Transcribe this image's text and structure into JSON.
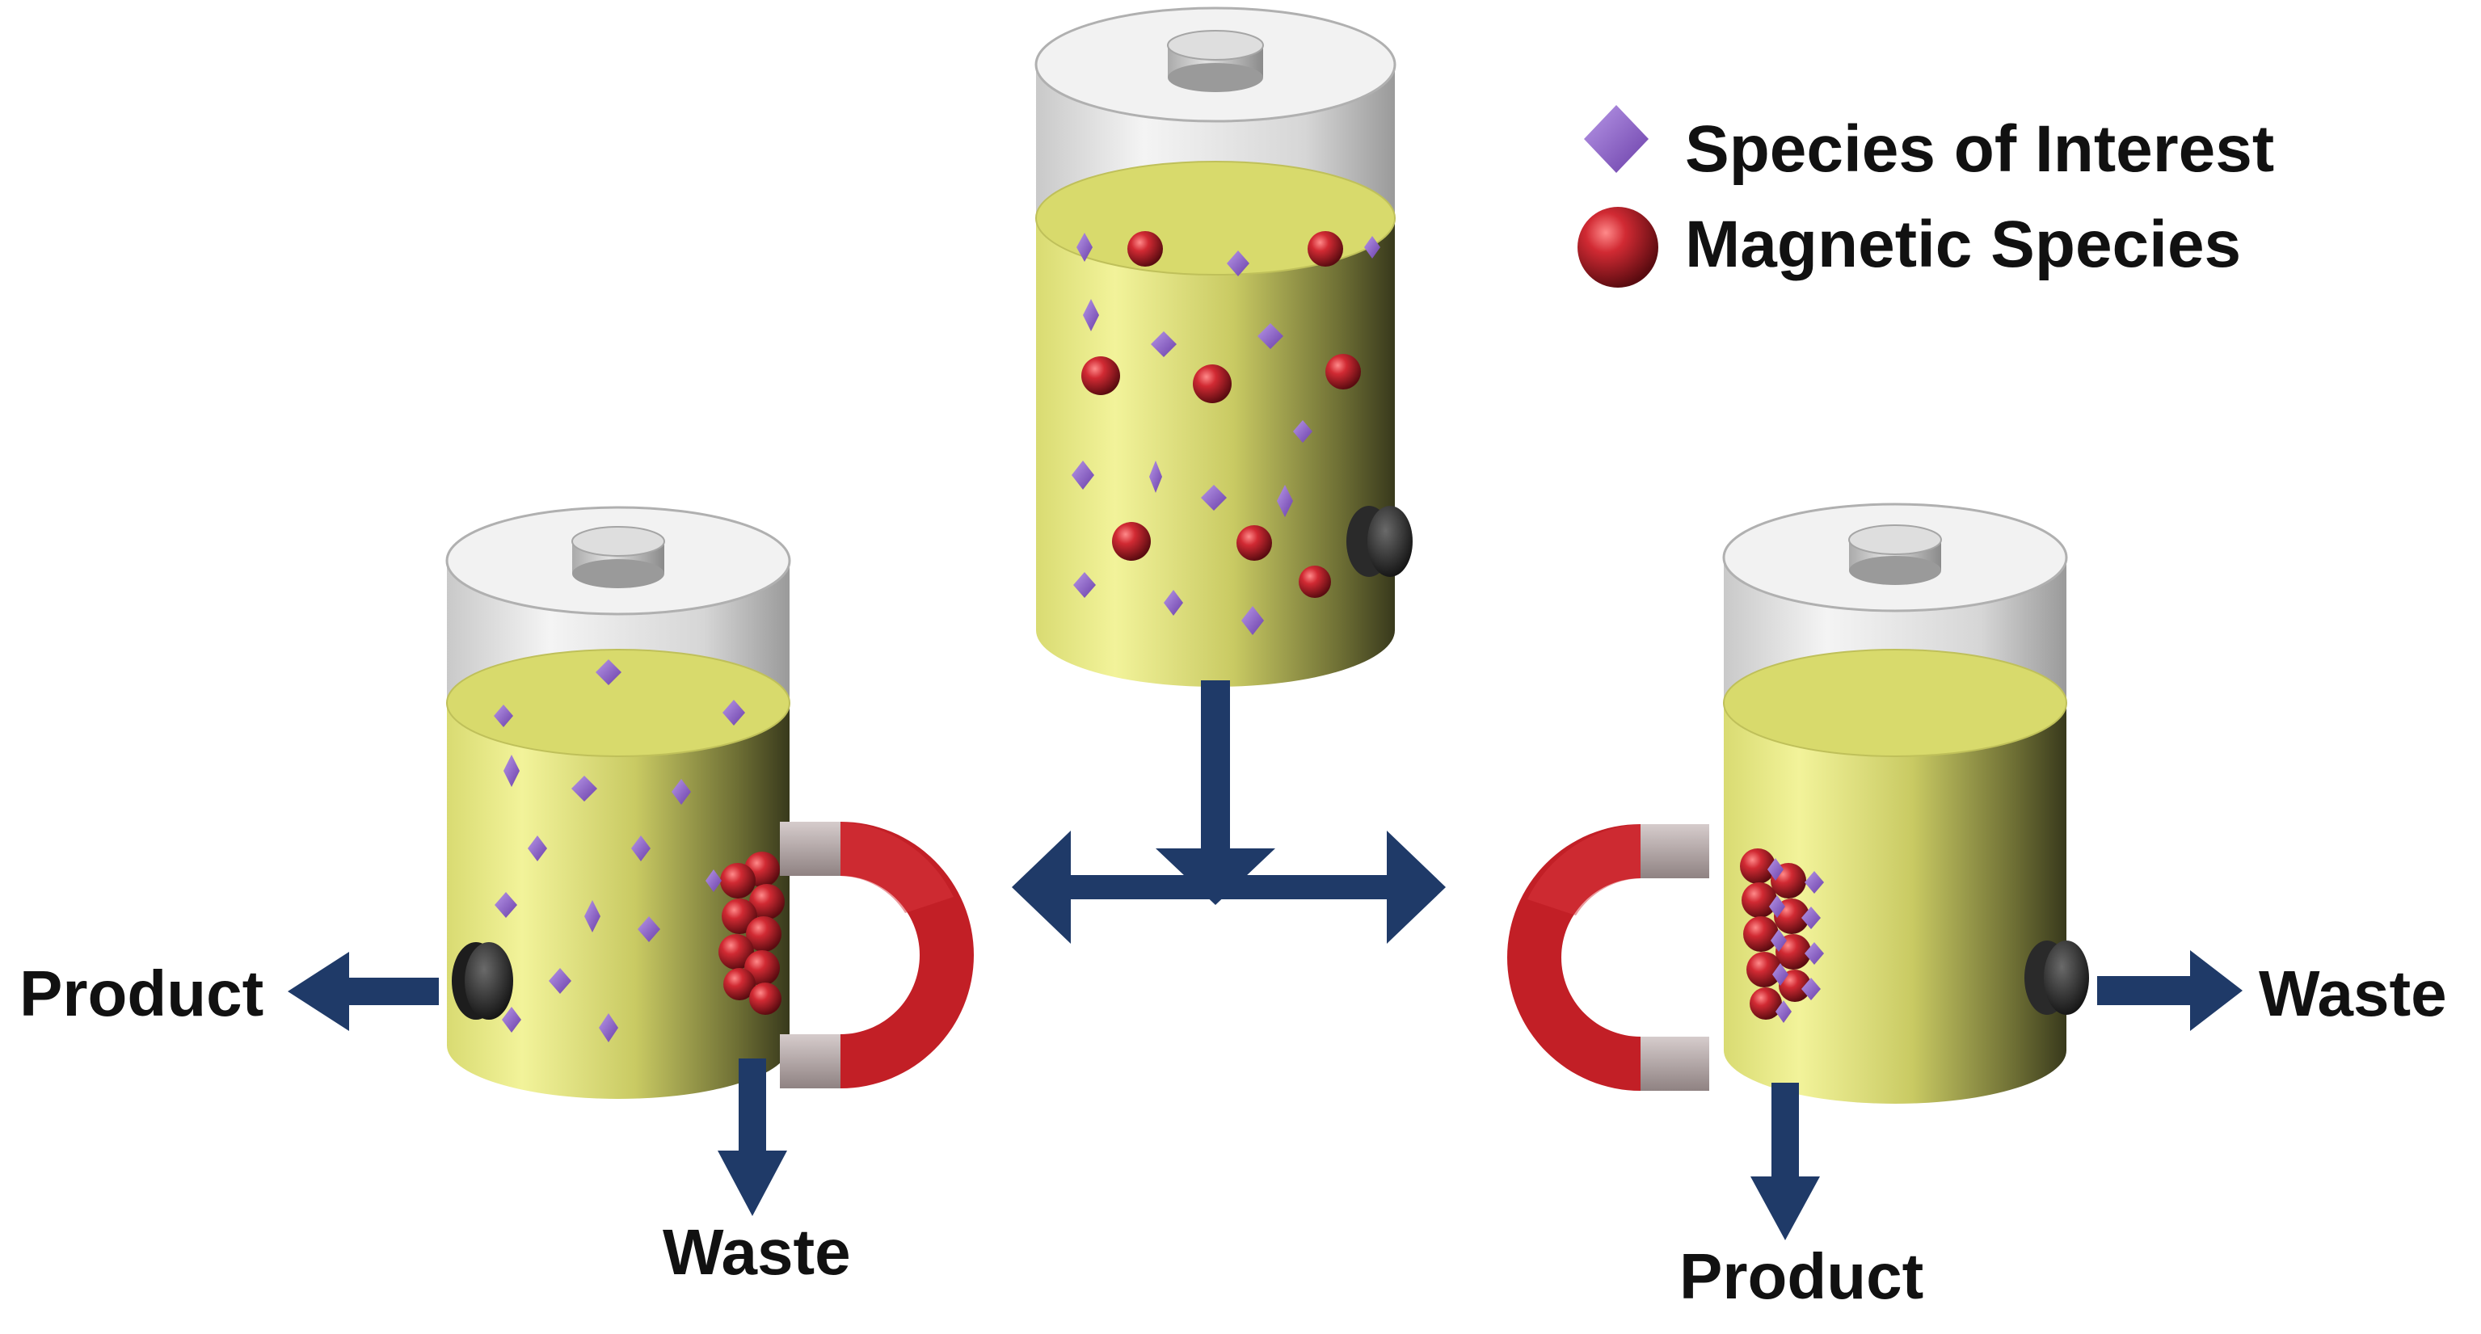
{
  "legend": {
    "species_of_interest": "Species of Interest",
    "magnetic_species": "Magnetic Species"
  },
  "outputs": {
    "left_product": "Product",
    "left_waste": "Waste",
    "right_waste": "Waste",
    "right_product": "Product"
  },
  "colors": {
    "arrow": "#1f3a68",
    "liquid_light": "#ecee8e",
    "liquid_dark": "#3f4020",
    "liquid_top": "#dcdc70",
    "glass": "#e4e4e4",
    "diamond": "#8e64c6",
    "sphere": "#b8202b",
    "magnet_red": "#c21f26",
    "magnet_pole": "#b4a6a6",
    "cap": "#c9c9c9",
    "outlet": "#2b2b2b"
  },
  "icons": [
    "diamond-icon",
    "sphere-icon",
    "horseshoe-magnet-icon",
    "outlet-valve-icon"
  ]
}
